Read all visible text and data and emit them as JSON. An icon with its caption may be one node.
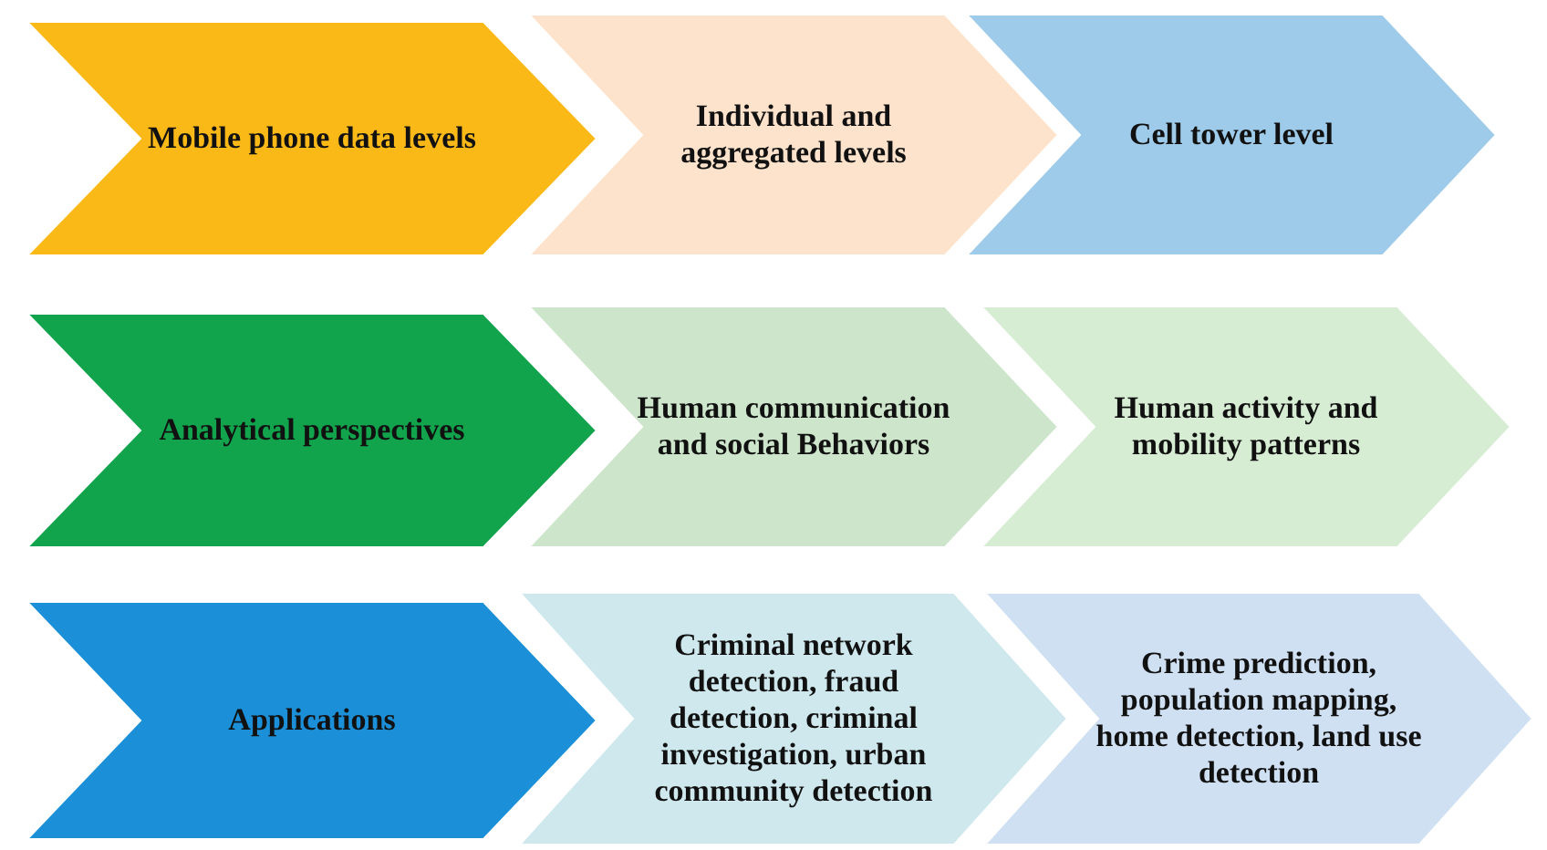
{
  "diagram": {
    "nodes": [
      {
        "text": [
          "Mobile phone data levels"
        ]
      },
      {
        "text": [
          "Individual and aggregated levels"
        ]
      },
      {
        "text": [
          "Cell tower level"
        ]
      },
      {
        "text": [
          "Analytical perspectives"
        ]
      },
      {
        "text": [
          "Human communication and social Behaviors"
        ]
      },
      {
        "text": [
          "Human activity and mobility patterns"
        ]
      },
      {
        "text": [
          "Applications"
        ]
      },
      {
        "text": [
          "Criminal network detection, fraud detection, criminal investigation, urban community detection"
        ]
      },
      {
        "text": [
          "Crime prediction, population mapping, home detection, land use detection"
        ]
      }
    ]
  }
}
